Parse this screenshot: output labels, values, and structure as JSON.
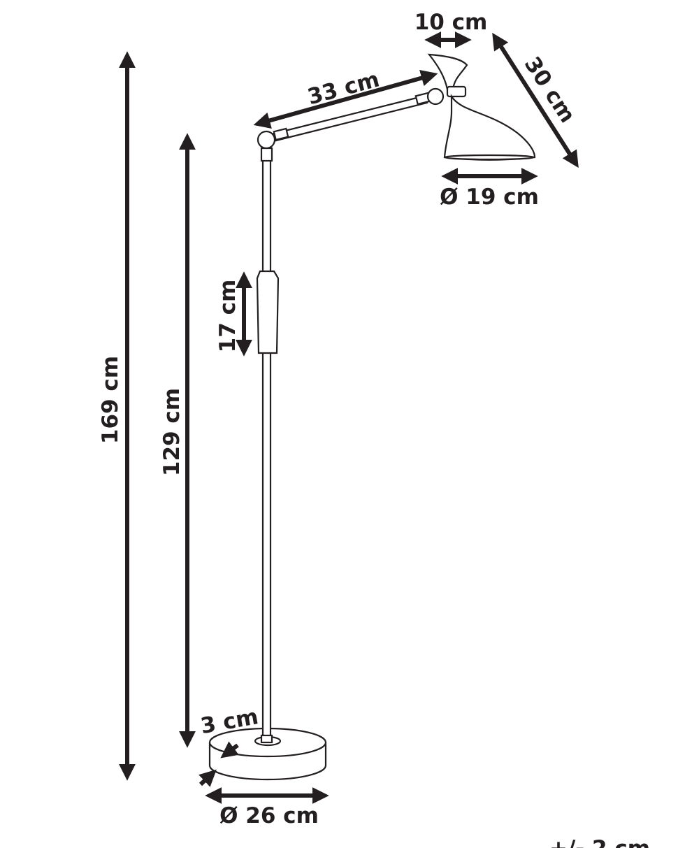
{
  "title": "Floor lamp dimensions",
  "dimensions": {
    "total_height": "169 cm",
    "pole_height": "129 cm",
    "handle_height": "17 cm",
    "arm_length": "33 cm",
    "shade_top_width": "10 cm",
    "shade_length": "30 cm",
    "shade_diameter": "Ø 19 cm",
    "base_thickness": "3 cm",
    "base_diameter": "Ø 26 cm"
  },
  "tolerance": "+/- 2 cm",
  "colors": {
    "ink": "#231f20",
    "background": "#ffffff"
  }
}
